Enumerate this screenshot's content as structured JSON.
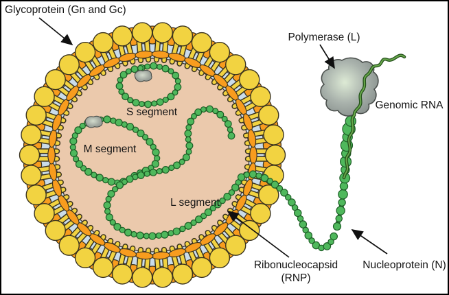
{
  "title": "Virus particle structure diagram",
  "labels": {
    "glycoprotein": "Glycoprotein (Gn and Gc)",
    "polymerase": "Polymerase (L)",
    "genomic_rna": "Genomic RNA",
    "s_segment": "S segment",
    "m_segment": "M segment",
    "l_segment": "L segment",
    "rnp_line1": "Ribonucleocapsid",
    "rnp_line2": "(RNP)",
    "nucleoprotein": "Nucleoprotein (N)"
  },
  "colors": {
    "background": "#ffffff",
    "border": "#000000",
    "spike_yellow": "#F2D341",
    "spike_orange": "#F89C1E",
    "spike_outline": "#3A331F",
    "membrane_blue": "#CADCEA",
    "membrane_outline": "#3F3F3F",
    "interior_tan": "#EBC9AC",
    "bead_green": "#4FB85C",
    "bead_outline": "#1E5F27",
    "connector_green": "#2E8A3A",
    "polymerase_gray": "#8C9490",
    "polymerase_highlight": "#DDEAD5",
    "polymerase_outline": "#4A4F4C",
    "rna_dark": "#24511B",
    "rna_light": "#69A84C",
    "arrow_black": "#101010",
    "text_color": "#141414"
  }
}
